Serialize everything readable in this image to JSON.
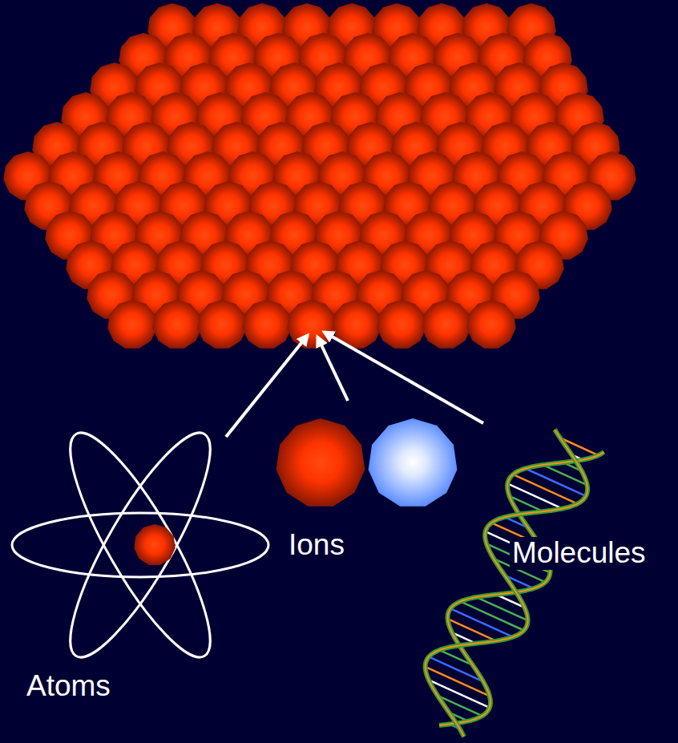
{
  "diagram": {
    "nodes": [
      {
        "text": [
          "Atoms"
        ]
      },
      {
        "text": [
          "Ions"
        ]
      },
      {
        "text": [
          "Molecules"
        ]
      }
    ]
  }
}
